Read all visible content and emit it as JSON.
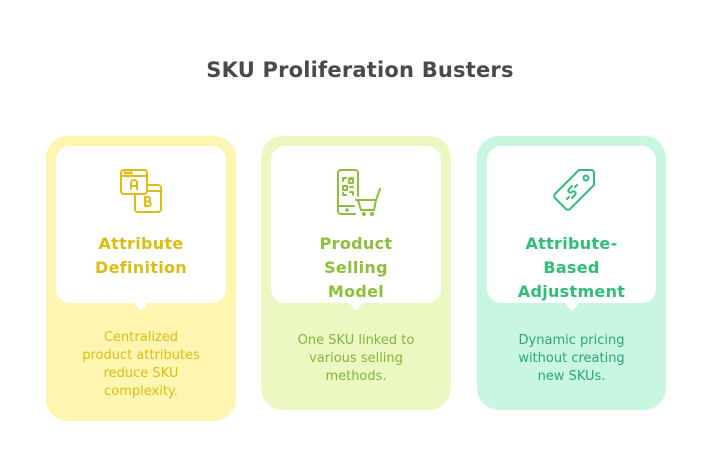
{
  "title": "SKU Proliferation Busters",
  "colors": {
    "title": "#4a4a4a",
    "yellow_bg": "#fdf5b0",
    "yellow_text": "#dcbd14",
    "green_bg": "#ebf8c2",
    "green_text": "#8dbf3a",
    "mint_bg": "#c8f6e0",
    "mint_text": "#2fbe78"
  },
  "cards": [
    {
      "icon": "ab-windows-icon",
      "heading_lines": [
        "Attribute",
        "Definition"
      ],
      "desc_lines": [
        "Centralized",
        "product attributes",
        "reduce SKU",
        "complexity."
      ]
    },
    {
      "icon": "phone-qr-cart-icon",
      "heading_lines": [
        "Product",
        "Selling",
        "Model"
      ],
      "desc_lines": [
        "One SKU linked to",
        "various selling",
        "methods."
      ]
    },
    {
      "icon": "price-tag-icon",
      "heading_lines": [
        "Attribute-",
        "Based",
        "Adjustment"
      ],
      "desc_lines": [
        "Dynamic pricing",
        "without creating",
        "new SKUs."
      ]
    }
  ]
}
